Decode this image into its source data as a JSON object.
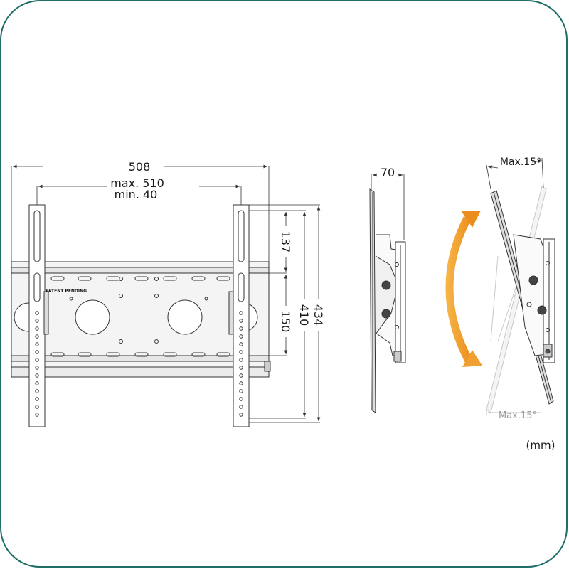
{
  "dimensions": {
    "overall_width": "508",
    "vertical_span_max": "max. 510",
    "vertical_span_min": "min. 40",
    "upper_offset": "137",
    "lower_offset": "150",
    "inner_height": "410",
    "outer_height": "434",
    "depth": "70",
    "tilt_max_top": "Max.15°",
    "tilt_max_bottom": "Max.15°"
  },
  "plate_label": "PATENT PENDING",
  "unit_label": "(mm)",
  "colors": {
    "frame_border": "#1f6e67",
    "tilt_arrow": "#f0a030",
    "line": "#333333",
    "plate_fill": "#f4f4f4"
  },
  "icons": {
    "tilt_arrow": "double-headed-curved-arrow"
  }
}
